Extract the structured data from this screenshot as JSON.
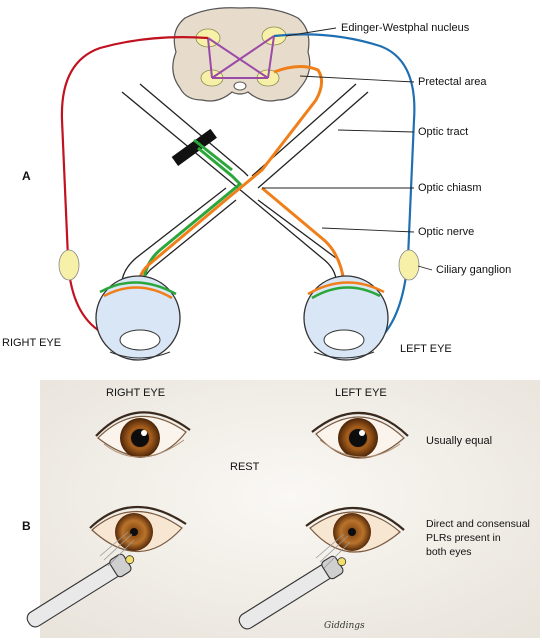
{
  "panel_a": {
    "letter": "A",
    "labels": {
      "edinger_westphal": "Edinger-Westphal nucleus",
      "pretectal": "Pretectal area",
      "optic_tract": "Optic tract",
      "optic_chiasm": "Optic chiasm",
      "optic_nerve": "Optic nerve",
      "ciliary_ganglion": "Ciliary ganglion",
      "right_eye": "RIGHT EYE",
      "left_eye": "LEFT EYE"
    }
  },
  "panel_b": {
    "letter": "B",
    "col_right": "RIGHT EYE",
    "col_left": "LEFT EYE",
    "rest_label": "REST",
    "equal_note": "Usually equal",
    "plr_note_lines": [
      "Direct and consensual",
      "PLRs present in",
      "both eyes"
    ],
    "signature": "Giddings"
  },
  "colors": {
    "efferent_right": "#c1121f",
    "efferent_left": "#1f6fb2",
    "afferent": "#2aa63a",
    "afferent_crossed": "#f07f1a",
    "interneuron": "#9b4aa8",
    "ganglion_fill": "#f7f0a8",
    "brainstem_fill": "#e7dccb",
    "eyeball_fill": "#d9e6f5",
    "iris_brown": "#8a4a12",
    "background_b": "#f1eee8"
  }
}
